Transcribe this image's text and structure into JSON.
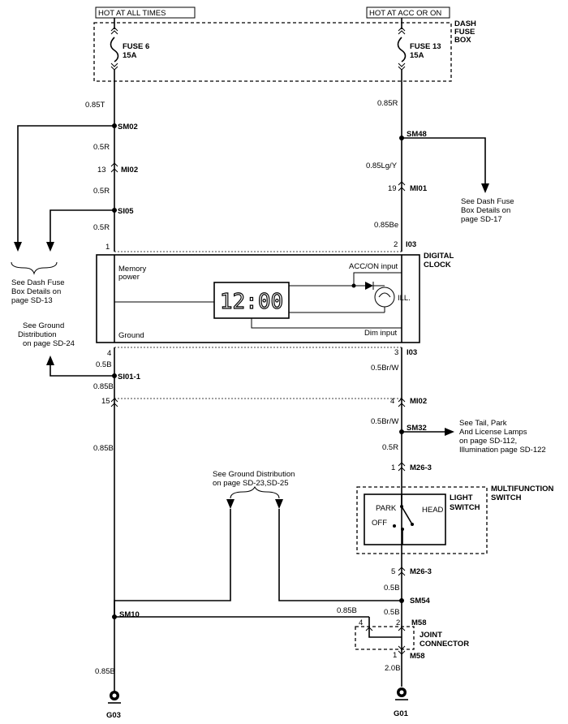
{
  "power": {
    "hot_all_times": "HOT AT ALL TIMES",
    "hot_acc_on": "HOT AT ACC OR ON",
    "dash_fuse_box": [
      "DASH",
      "FUSE",
      "BOX"
    ],
    "fuse6": [
      "FUSE 6",
      "15A"
    ],
    "fuse13": [
      "FUSE 13",
      "15A"
    ]
  },
  "left": {
    "w1": "0.85T",
    "sm02": "SM02",
    "w2": "0.5R",
    "mi02_pin": "13",
    "mi02": "MI02",
    "w3": "0.5R",
    "si05": "SI05",
    "w4": "0.5R",
    "pin1": "1",
    "pin4": "4",
    "w5": "0.5B",
    "si01": "SI01-1",
    "w6": "0.85B",
    "pin15": "15",
    "w7": "0.85B",
    "sm10": "SM10",
    "w8": "0.85B",
    "g03": "G03"
  },
  "right": {
    "w1": "0.85R",
    "sm48": "SM48",
    "w2": "0.85Lg/Y",
    "mi01_pin": "19",
    "mi01": "MI01",
    "w3": "0.85Be",
    "pin2": "2",
    "i03a": "I03",
    "pin3": "3",
    "i03b": "I03",
    "w4": "0.5Br/W",
    "pin4": "4",
    "mi02": "MI02",
    "w5": "0.5Br/W",
    "sm32": "SM32",
    "w6": "0.5R",
    "m263a_pin": "1",
    "m263a": "M26-3",
    "m263b_pin": "5",
    "m263b": "M26-3",
    "w7": "0.5B",
    "sm54": "SM54",
    "w8": "0.5B",
    "m58a_pin": "2",
    "m58a": "M58",
    "jc_pin4": "4",
    "jc": [
      "JOINT",
      "CONNECTOR"
    ],
    "m58b_pin": "1",
    "m58b": "M58",
    "w9": "2.0B",
    "g01": "G01",
    "sm10_wire": "0.85B"
  },
  "clock": {
    "title": [
      "DIGITAL",
      "CLOCK"
    ],
    "memory": [
      "Memory",
      "power"
    ],
    "acc_on": "ACC/ON input",
    "ill": "ILL.",
    "ground": "Ground",
    "dim": "Dim input",
    "display": "12:00"
  },
  "switch": {
    "title": [
      "MULTIFUNCTION",
      "SWITCH"
    ],
    "light": [
      "LIGHT",
      "SWITCH"
    ],
    "park": "PARK",
    "head": "HEAD",
    "off": "OFF"
  },
  "refs": {
    "dash13": [
      "See Dash Fuse",
      "Box Details on",
      "page SD-13"
    ],
    "dash17": [
      "See Dash Fuse",
      "Box Details on",
      "page SD-17"
    ],
    "ground24": [
      "See Ground",
      "Distribution",
      "on page SD-24"
    ],
    "ground23": [
      "See Ground Distribution",
      "on page SD-23,SD-25"
    ],
    "tail": [
      "See Tail, Park",
      "And License Lamps",
      "on page SD-112,",
      "Illumination page SD-122"
    ]
  }
}
